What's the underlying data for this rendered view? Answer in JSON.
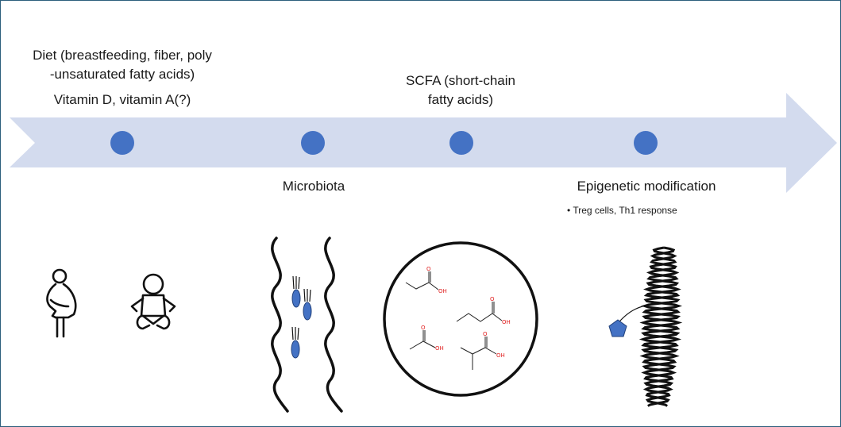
{
  "labels": {
    "diet_line1": "Diet (breastfeeding, fiber, poly",
    "diet_line2": "-unsaturated fatty acids)",
    "vitamins": "Vitamin D, vitamin A(?)",
    "scfa_line1": "SCFA (short-chain",
    "scfa_line2": "fatty acids)",
    "microbiota": "Microbiota",
    "epigenetic": "Epigenetic modification",
    "epigenetic_bullet": "• Treg cells, Th1 response"
  },
  "molecules": {
    "oh_label": "OH",
    "o_label": "O"
  },
  "colors": {
    "arrow": "#d3dbee",
    "dot": "#4472c4",
    "bacteria": "#4472c4",
    "pentagon": "#4472c4",
    "frame": "#2c5f7c",
    "oxygen": "#e02020"
  },
  "icons": [
    "pregnant-woman-icon",
    "baby-icon",
    "microbiota-icon",
    "scfa-molecules-icon",
    "dna-helix-icon"
  ]
}
